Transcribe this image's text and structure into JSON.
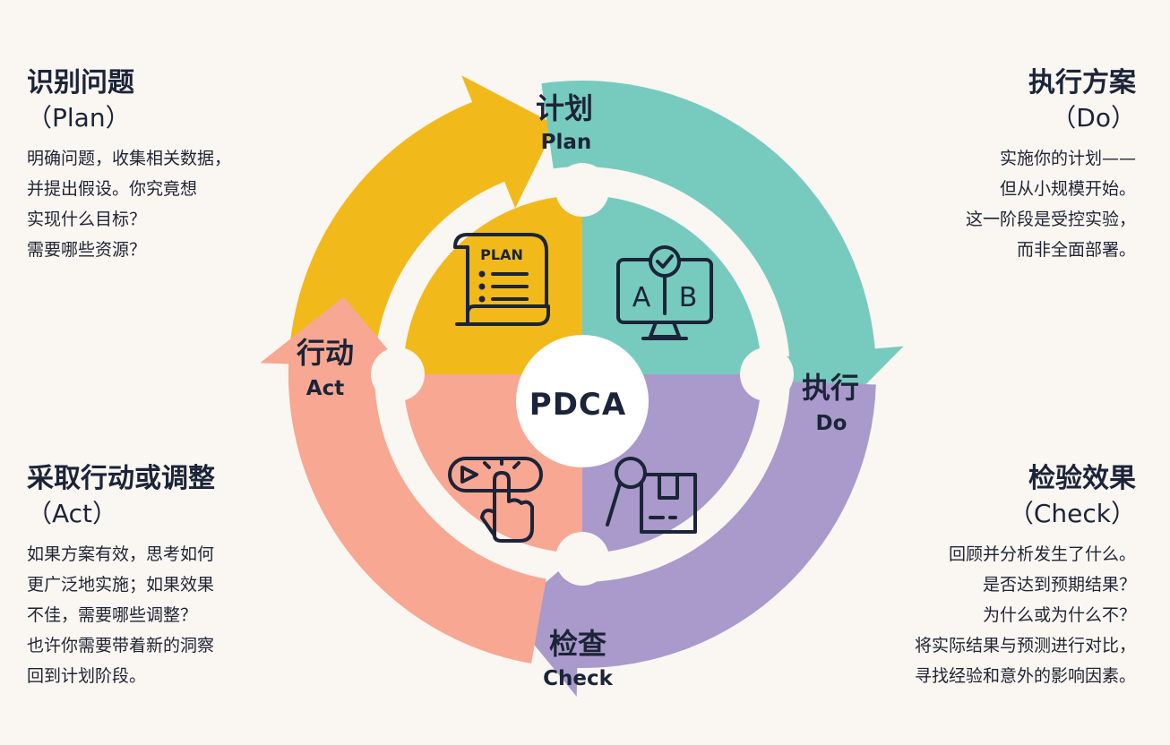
{
  "center_label": "PDCA",
  "icon_texts": {
    "plan_scroll": "PLAN",
    "ab_a": "A",
    "ab_b": "B"
  },
  "stages": {
    "plan": {
      "cn": "计划",
      "en": "Plan",
      "color": "#f2b91b"
    },
    "do": {
      "cn": "执行",
      "en": "Do",
      "color": "#77cbbe"
    },
    "check": {
      "cn": "检查",
      "en": "Check",
      "color": "#a99acb"
    },
    "act": {
      "cn": "行动",
      "en": "Act",
      "color": "#f8a792"
    }
  },
  "panels": {
    "plan": {
      "title": "识别问题",
      "subtitle": "（Plan）",
      "lines": [
        "明确问题，收集相关数据，",
        "并提出假设。你究竟想",
        "实现什么目标？",
        "需要哪些资源？"
      ]
    },
    "do": {
      "title": "执行方案",
      "subtitle": "（Do）",
      "lines": [
        "实施你的计划——",
        "但从小规模开始。",
        "这一阶段是受控实验，",
        "而非全面部署。"
      ]
    },
    "act": {
      "title": "采取行动或调整",
      "subtitle": "（Act）",
      "lines": [
        "如果方案有效，思考如何",
        "更广泛地实施；如果效果",
        "不佳，需要哪些调整？",
        "也许你需要带着新的洞察",
        "回到计划阶段。"
      ]
    },
    "check": {
      "title": "检验效果",
      "subtitle": "（Check）",
      "lines": [
        "回顾并分析发生了什么。",
        "是否达到预期结果？",
        "为什么或为什么不？",
        "将实际结果与预测进行对比，",
        "寻找经验和意外的影响因素。"
      ]
    }
  }
}
